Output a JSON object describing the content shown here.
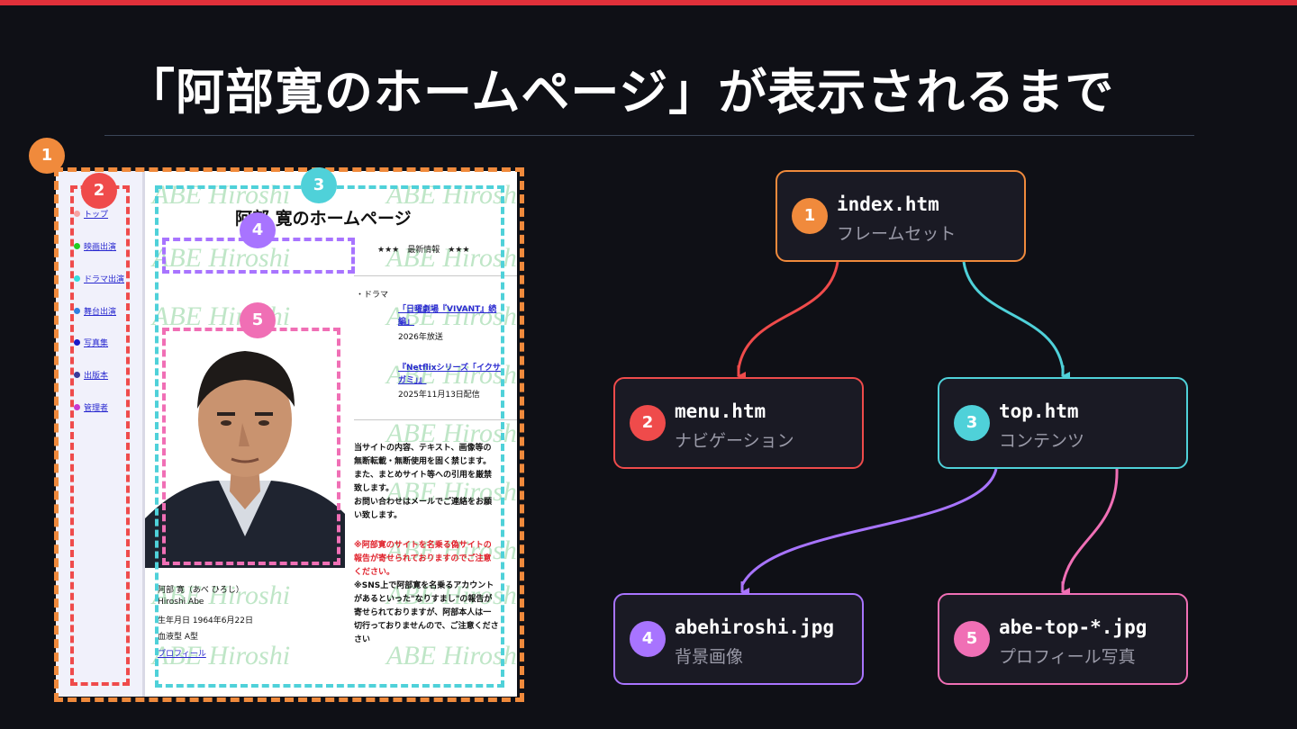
{
  "title": "「阿部寛のホームページ」が表示されるまで",
  "colors": {
    "accent_bar": "#e0303a",
    "frame1_orange": "#f08a3c",
    "frame2_red": "#ef4b4b",
    "frame3_cyan": "#4fd1d9",
    "frame4_purple": "#a874ff",
    "frame5_pink": "#f06fb5"
  },
  "screenshot": {
    "menu_items": [
      {
        "label": "トップ",
        "dot": "#f7a3a3"
      },
      {
        "label": "映画出演",
        "dot": "#22cc22"
      },
      {
        "label": "ドラマ出演",
        "dot": "#33dddd"
      },
      {
        "label": "舞台出演",
        "dot": "#2f7fe0"
      },
      {
        "label": "写真集",
        "dot": "#1a1ac8"
      },
      {
        "label": "出版本",
        "dot": "#3a3a9a"
      },
      {
        "label": "管理者",
        "dot": "#c83ad0"
      }
    ],
    "watermark": "ABE Hiroshi",
    "site_title": "阿部 寛のホームページ",
    "news_heading": "★★★　最新情報　★★★",
    "drama_label": "・ドラマ",
    "news1_link_a": "「日曜劇場『VIVANT』続",
    "news1_link_b": "編」",
    "news1_date": "2026年放送",
    "news2_link_a": "『Netflixシリーズ「イクサ",
    "news2_link_b": "ガミ」』",
    "news2_date": "2025年11月13日配信",
    "notice_lines": [
      "当サイトの内容、テキスト、画像等の",
      "無断転載・無断使用を固く禁じます。",
      "また、まとめサイト等への引用を厳禁",
      "致します。",
      "お問い合わせはメールでご連絡をお願",
      "い致します。"
    ],
    "warning_lines": [
      "※阿部寛のサイトを名乗る偽サイトの",
      "報告が寄せられておりますのでご注意",
      "ください。"
    ],
    "sns_lines": [
      "※SNS上で阿部寛を名乗るアカウント",
      "があるといった\"なりすまし\"の報告が",
      "寄せられておりますが、阿部本人は一",
      "切行っておりませんので、ご注意くださ",
      "さい"
    ],
    "profile_name": "阿部 寛（あべ ひろし）",
    "profile_romaji": "Hiroshi Abe",
    "profile_birth": "生年月日 1964年6月22日",
    "profile_blood": "血液型 A型",
    "profile_link": "プロフィール"
  },
  "badges": [
    "1",
    "2",
    "3",
    "4",
    "5"
  ],
  "nodes": [
    {
      "num": "1",
      "file": "index.htm",
      "desc": "フレームセット",
      "color": "#f08a3c"
    },
    {
      "num": "2",
      "file": "menu.htm",
      "desc": "ナビゲーション",
      "color": "#ef4b4b"
    },
    {
      "num": "3",
      "file": "top.htm",
      "desc": "コンテンツ",
      "color": "#4fd1d9"
    },
    {
      "num": "4",
      "file": "abehiroshi.jpg",
      "desc": "背景画像",
      "color": "#a874ff"
    },
    {
      "num": "5",
      "file": "abe-top-*.jpg",
      "desc": "プロフィール写真",
      "color": "#f06fb5"
    }
  ]
}
